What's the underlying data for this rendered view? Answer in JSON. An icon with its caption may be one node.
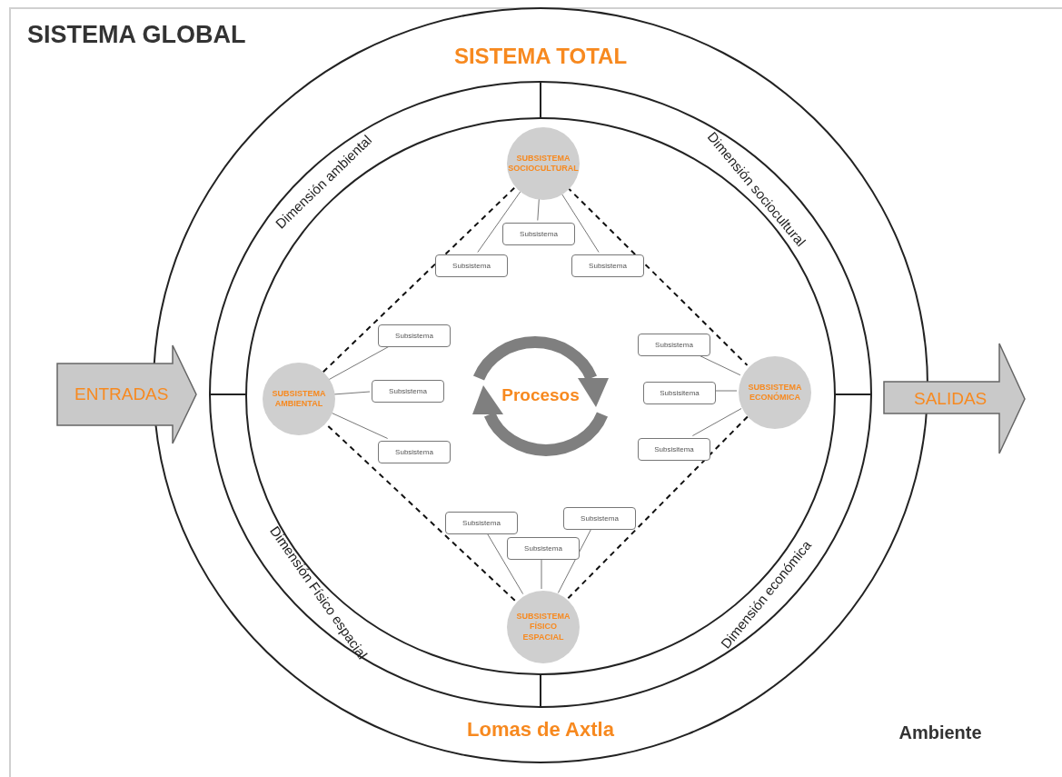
{
  "diagram": {
    "nodes": [
      {
        "text": [
          "SISTEMA TOTAL",
          "Lomas de Axtla"
        ]
      },
      {
        "text": [
          "ENTRADAS"
        ]
      },
      {
        "text": [
          "SALIDAS"
        ]
      },
      {
        "text": [
          "SUBSISTEMA SOCIOCULTURAL"
        ],
        "in": 0
      },
      {
        "text": [
          "Subsistema"
        ],
        "in": 0
      },
      {
        "text": [
          "Subsistema"
        ],
        "in": 0
      },
      {
        "text": [
          "Subsistema"
        ],
        "in": 0
      },
      {
        "text": [
          "SUBSISTEMA AMBIENTAL"
        ],
        "in": 0
      },
      {
        "text": [
          "Subsistema"
        ],
        "in": 0
      },
      {
        "text": [
          "Subsistema"
        ],
        "in": 0
      },
      {
        "text": [
          "Subsistema"
        ],
        "in": 0
      },
      {
        "text": [
          "SUBSISTEMA ECONÓMICA"
        ],
        "in": 0
      },
      {
        "text": [
          "Subsistema"
        ],
        "in": 0
      },
      {
        "text": [
          "Subsisitema"
        ],
        "in": 0
      },
      {
        "text": [
          "Subsisitema"
        ],
        "in": 0
      },
      {
        "text": [
          "SUBSISTEMA FÍSICO ESPACIAL"
        ],
        "in": 0
      },
      {
        "text": [
          "Subsistema"
        ],
        "in": 0
      },
      {
        "text": [
          "Subsistema"
        ],
        "in": 0
      },
      {
        "text": [
          "Subsistema"
        ],
        "in": 0
      },
      {
        "text": [
          "Procesos"
        ],
        "in": 0
      }
    ],
    "edges": [
      {
        "from": 3,
        "to": 4,
        "arrow": "none"
      },
      {
        "from": 3,
        "to": 5,
        "arrow": "none"
      },
      {
        "from": 3,
        "to": 6,
        "arrow": "none"
      },
      {
        "from": 7,
        "to": 8,
        "arrow": "none"
      },
      {
        "from": 7,
        "to": 9,
        "arrow": "none"
      },
      {
        "from": 7,
        "to": 10,
        "arrow": "none"
      },
      {
        "from": 11,
        "to": 12,
        "arrow": "none"
      },
      {
        "from": 11,
        "to": 13,
        "arrow": "none"
      },
      {
        "from": 11,
        "to": 14,
        "arrow": "none"
      },
      {
        "from": 15,
        "to": 16,
        "arrow": "none"
      },
      {
        "from": 15,
        "to": 17,
        "arrow": "none"
      },
      {
        "from": 15,
        "to": 18,
        "arrow": "none"
      },
      {
        "from": 3,
        "to": 11,
        "arrow": "none",
        "style": "dashed",
        "color": "#111111"
      },
      {
        "from": 11,
        "to": 15,
        "arrow": "none",
        "style": "dashed",
        "color": "#111111"
      },
      {
        "from": 15,
        "to": 7,
        "arrow": "none",
        "style": "dashed",
        "color": "#111111"
      },
      {
        "from": 7,
        "to": 3,
        "arrow": "none",
        "style": "dashed",
        "color": "#111111"
      }
    ],
    "labels": [
      "SISTEMA GLOBAL",
      "Dimensión ambiental",
      "Dimensión sociocultural",
      "Dimensión Físico espacial",
      "Dimensión económica",
      "Ambiente"
    ]
  }
}
